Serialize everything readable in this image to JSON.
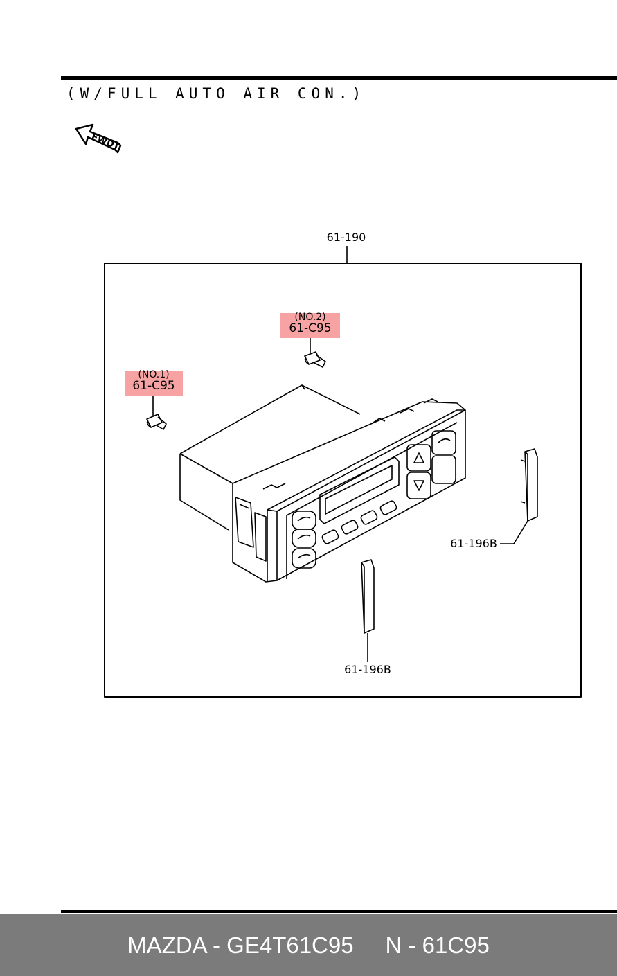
{
  "header": {
    "condition_note": "(W/FULL AUTO AIR CON.)",
    "fwd_label": "FWD"
  },
  "callouts": {
    "assembly": "61-190",
    "knob_right": "61-196B",
    "knob_bottom": "61-196B",
    "bulb_1_note": "(NO.1)",
    "bulb_1_part": "61-C95",
    "bulb_2_note": "(NO.2)",
    "bulb_2_part": "61-C95"
  },
  "colors": {
    "highlight": "#f7a3a3",
    "footer_bg": "#7b7b7b",
    "footer_text": "#ffffff"
  },
  "footer": {
    "text": "MAZDA - GE4T61C95     N - 61C95"
  }
}
